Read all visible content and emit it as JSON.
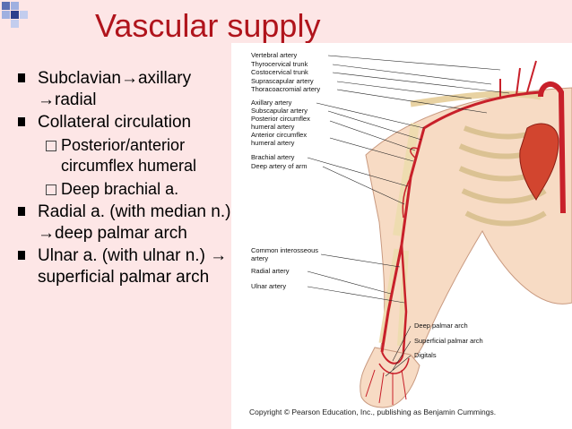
{
  "slide": {
    "title": "Vascular supply",
    "bullets": [
      "Subclavian→axillary →radial",
      "Collateral circulation",
      "Posterior/anterior circumflex humeral",
      "Deep brachial a.",
      "Radial a. (with median n.) →deep palmar arch",
      "Ulnar a. (with ulnar n.) → superficial palmar arch"
    ]
  },
  "figure": {
    "labels": [
      "Vertebral artery",
      "Thyrocervical trunk",
      "Costocervical trunk",
      "Suprascapular artery",
      "Thoracoacromial artery",
      "Axillary artery",
      "Subscapular artery",
      "Posterior circumflex humeral artery",
      "Anterior circumflex humeral artery",
      "Brachial artery",
      "Deep artery of arm",
      "Common interosseous artery",
      "Radial artery",
      "Ulnar artery",
      "Deep palmar arch",
      "Superficial palmar arch",
      "Digitals"
    ],
    "copyright": "Copyright © Pearson Education, Inc., publishing as Benjamin Cummings."
  },
  "colors": {
    "background": "#fde6e6",
    "title": "#b0141c",
    "artery": "#c8202a",
    "bone": "#f0dcae"
  }
}
